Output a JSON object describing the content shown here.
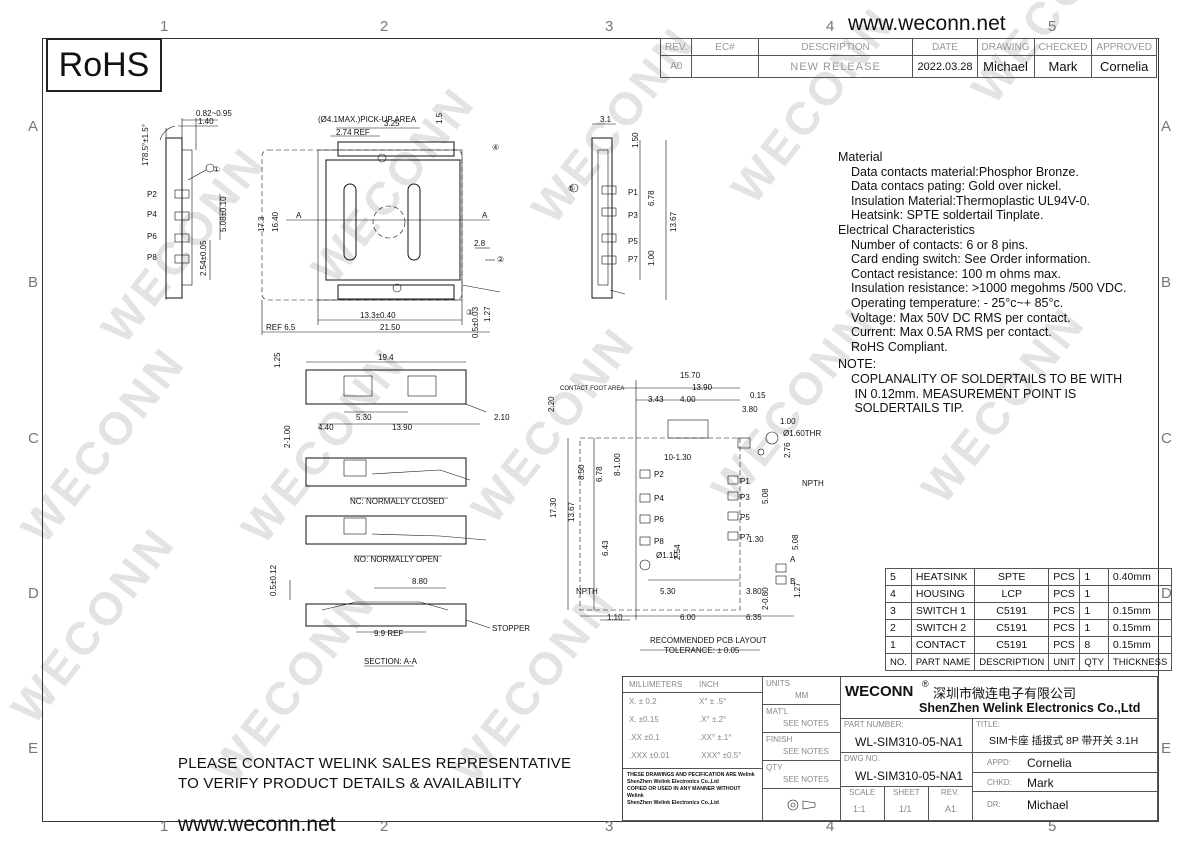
{
  "header": {
    "logo": "RoHS",
    "url_top": "www.weconn.net",
    "url_bottom": "www.weconn.net"
  },
  "watermark": "WECONN",
  "zones": {
    "top": [
      "1",
      "2",
      "3",
      "4",
      "5"
    ],
    "bottom": [
      "1",
      "2",
      "3",
      "4",
      "5"
    ],
    "left": [
      "A",
      "B",
      "C",
      "D",
      "E"
    ],
    "right": [
      "A",
      "B",
      "C",
      "D",
      "E"
    ]
  },
  "revision": {
    "headers": [
      "REV.",
      "EC#",
      "DESCRIPTION",
      "DATE",
      "DRAWING",
      "CHECKED",
      "APPROVED"
    ],
    "row": [
      "A0",
      "",
      "NEW RELEASE",
      "2022.03.28",
      "Michael",
      "Mark",
      "Cornelia"
    ]
  },
  "notes": {
    "material_title": "Material",
    "material": [
      "Data contacts material:Phosphor Bronze.",
      "Data contacs pating: Gold over nickel.",
      "Insulation  Material:Thermoplastic UL94V-0.",
      "Heatsink: SPTE soldertail Tinplate."
    ],
    "electrical_title": "Electrical Characteristics",
    "electrical": [
      "Number of contacts: 6 or 8 pins.",
      "Card ending switch: See Order information.",
      "Contact resistance: 100 m ohms max.",
      "Insulation resistance: >1000 megohms /500 VDC.",
      "Operating temperature: - 25°c~+ 85°c.",
      "Voltage: Max 50V DC RMS per contact.",
      "Current: Max 0.5A RMS per contact.",
      "RoHS Compliant."
    ],
    "note_title": "NOTE:",
    "note": [
      "COPLANALITY OF SOLDERTAILS TO BE WITH",
      " IN 0.12mm. MEASUREMENT POINT IS",
      " SOLDERTAILS TIP."
    ]
  },
  "bom": {
    "rows": [
      [
        "5",
        "HEATSINK",
        "SPTE",
        "PCS",
        "1",
        "0.40mm"
      ],
      [
        "4",
        "HOUSING",
        "LCP",
        "PCS",
        "1",
        ""
      ],
      [
        "3",
        "SWITCH 1",
        "C5191",
        "PCS",
        "1",
        "0.15mm"
      ],
      [
        "2",
        "SWITCH 2",
        "C5191",
        "PCS",
        "1",
        "0.15mm"
      ],
      [
        "1",
        "CONTACT",
        "C5191",
        "PCS",
        "8",
        "0.15mm"
      ]
    ],
    "headers": [
      "NO.",
      "PART NAME",
      "DESCRIPTION",
      "UNIT",
      "QTY",
      "THICKNESS"
    ]
  },
  "title_block": {
    "company_logo": "WECONN",
    "company_cn": "深圳市微连电子有限公司",
    "company_en": "ShenZhen Welink Electronics Co.,Ltd",
    "part_number_label": "PART NUMBER:",
    "part_number": "WL-SIM310-05-NA1",
    "dwg_label": "DWG NO.",
    "dwg_no": "WL-SIM310-05-NA1",
    "title_label": "TITLE:",
    "title": "SIM卡座 插拔式 8P 带开关 3.1H",
    "appd_label": "APPD:",
    "appd": "Cornelia",
    "chkd_label": "CHKD:",
    "chkd": "Mark",
    "dr_label": "DR:",
    "dr": "Michael",
    "units_label": "UNITS",
    "units": "MM",
    "matl_label": "MAT'L",
    "matl": "SEE NOTES",
    "finish_label": "FINISH",
    "finish": "SEE NOTES",
    "qty_label": "QTY",
    "qty": "SEE NOTES",
    "scale_label": "SCALE",
    "scale": "1:1",
    "sheet_label": "SHEET",
    "sheet": "1/1",
    "rev_label": "REV.",
    "rev": "A1",
    "tol_headers": [
      "MILLIMETERS",
      "INCH"
    ],
    "tol_rows": [
      [
        "X.   ± 0.2",
        "X°   ± .5°"
      ],
      [
        "X.   ±0.15",
        ".X°   ±.2°"
      ],
      [
        ".XX  ±0.1",
        ".XX°   ±.1°"
      ],
      [
        ".XXX  ±0.01",
        ".XXX°   ±0.5°"
      ]
    ],
    "disclaimer": [
      "THESE DRAWINGS AND PECIFICATION  ARE Welink",
      "ShenZhen Welink Electronics Co.,Ltd",
      " COPIED OR USED IN ANY MANNER WITHOUT Welink",
      "ShenZhen Welink Electronics Co.,Ltd"
    ]
  },
  "contact_notice": [
    "PLEASE CONTACT WELINK SALES REPRESENTATIVE",
    "TO VERIFY PRODUCT DETAILS & AVAILABILITY"
  ],
  "drawing_labels": {
    "pickup": "(Ø4.1MAX.)PICK-UP AREA",
    "ref274": "2.74 REF",
    "d325": "3.25",
    "d15": "1.5",
    "d173": "17.3",
    "d1640": "16.40",
    "d133": "13.3±0.40",
    "d2150": "21.50",
    "ref65": "REF 6.5",
    "d28": "2.8",
    "d05": "0.5±0.03",
    "d127": "1.27",
    "angle": "178.5°±1.5°",
    "d082": "0.82~0.95",
    "d140": "1.40",
    "d508": "5.08±0.10",
    "d254": "2.54±0.05",
    "p_left": [
      "P2",
      "P4",
      "P6",
      "P8"
    ],
    "p_right": [
      "P1",
      "P3",
      "P5",
      "P7"
    ],
    "d31": "3.1",
    "d150": "1.50",
    "d678": "6.78",
    "d1367": "13.67",
    "d100": "1.00",
    "d194": "19.4",
    "d125": "1.25",
    "d530": "5.30",
    "d440": "4.40",
    "d1390": "13.90",
    "d210": "2.10",
    "d2100": "2-1.00",
    "nc": "NC: NORMALLY CLOSED",
    "no": "NO: NORMALLY OPEN",
    "d880": "8.80",
    "d990": "9.9 REF",
    "d012": "0.5±0.12",
    "stopper": "STOPPER",
    "section": "SECTION: A-A",
    "contact_foot": "CONTACT FOOT AREA",
    "d1570": "15.70",
    "d1390b": "13.90",
    "d343": "3.43",
    "d400": "4.00",
    "d015": "0.15",
    "d380": "3.80",
    "d100b": "1.00",
    "d160": "Ø1.60THR",
    "d276": "2.76",
    "npth": "NPTH",
    "d10130": "10-1.30",
    "d220": "2.20",
    "d850": "8.50",
    "d678b": "6.78",
    "d8100": "8-1.00",
    "d1730": "17.30",
    "d1367b": "13.67",
    "d643": "6.43",
    "d110": "Ø1.10",
    "d254b": "2.54",
    "d530b": "5.30",
    "d110b": "1.10",
    "d600": "6.00",
    "d635": "6.35",
    "d508b": "5.08",
    "d1p30": "1.30",
    "d2080": "2-0.80",
    "d127b": "1.27",
    "d380b": "3.80",
    "pcb_title": "RECOMMENDED PCB LAYOUT",
    "tolerance": "TOLERANCE: ± 0.05",
    "pcb_p_left": [
      "P2",
      "P4",
      "P6",
      "P8"
    ],
    "pcb_p_right": [
      "P1",
      "P3",
      "P5",
      "P7"
    ],
    "A": "A",
    "B": "B"
  }
}
